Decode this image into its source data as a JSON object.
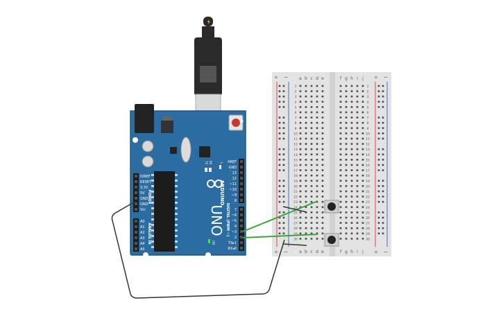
{
  "board": {
    "title": "UNO",
    "brand": "ARDUINO",
    "header_power": "POWER",
    "header_analog": "ANALOG IN",
    "header_digital": "DIGITAL (PWM ~)",
    "on_label": "ON",
    "l_label": "L",
    "tx_label": "TX",
    "rx_label": "RX",
    "power_pins": [
      "IOREF",
      "RESET",
      "3.3V",
      "5V",
      "GND",
      "GND",
      "Vin"
    ],
    "analog_pins": [
      "A0",
      "A1",
      "A2",
      "A3",
      "A4",
      "A5"
    ],
    "digital_top": [
      "AREF",
      "GND",
      "13",
      "12",
      "~11",
      "~10",
      "~9",
      "8"
    ],
    "digital_bottom": [
      "7",
      "~6",
      "~5",
      "4",
      "~3",
      "2",
      "TX▸1",
      "RX◂0"
    ]
  },
  "breadboard": {
    "cols_left": [
      "a",
      "b",
      "c",
      "d",
      "e"
    ],
    "cols_right": [
      "f",
      "g",
      "h",
      "i",
      "j"
    ],
    "rows": 30,
    "plus": "+",
    "minus": "−"
  },
  "colors": {
    "board": "#2b6da3",
    "board_edge": "#1f5685",
    "breadboard": "#e3e3e3",
    "rail_red": "#d8404a",
    "rail_blue": "#3a6fc4",
    "wire_green": "#3aa63a",
    "wire_black": "#333333",
    "usb": "#2a2a2a"
  }
}
